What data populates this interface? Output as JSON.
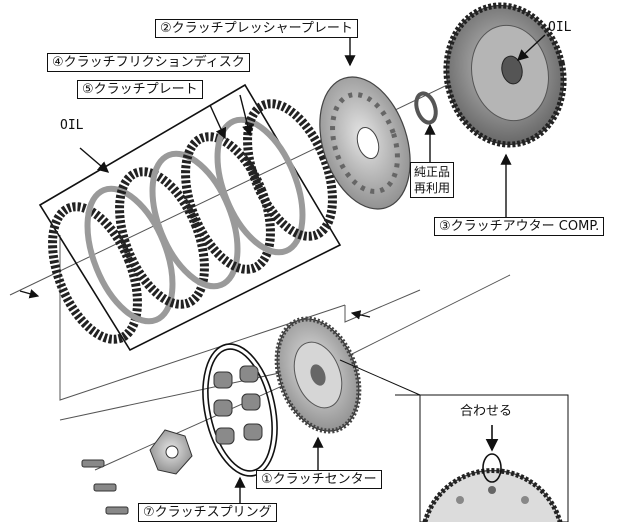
{
  "labels": {
    "pressure_plate": "②クラッチプレッシャープレート",
    "friction_disc": "④クラッチフリクションディスク",
    "clutch_plate": "⑤クラッチプレート",
    "clutch_outer": "③クラッチアウター COMP.",
    "clutch_center": "①クラッチセンター",
    "clutch_spring": "⑦クラッチスプリング",
    "oil_left": "OIL",
    "oil_right": "OIL",
    "reuse_line1": "純正品",
    "reuse_line2": "再利用",
    "align": "合わせる"
  },
  "icons": {
    "clutch_outer": "gear-basket-icon",
    "pressure_plate": "pressure-plate-icon",
    "washer": "thrust-washer-icon",
    "clutch_center": "clutch-hub-icon",
    "springs": "coil-spring-icon",
    "spring_holder": "spring-holder-icon",
    "bolts": "bolt-icon"
  }
}
